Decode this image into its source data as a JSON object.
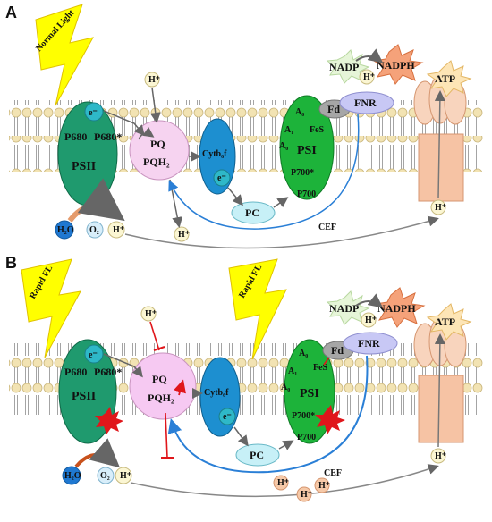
{
  "panel_a": {
    "label": "A",
    "light": "Normal Light"
  },
  "panel_b": {
    "label": "B",
    "light": "Rapid FL"
  },
  "labels": {
    "electron": "e⁻",
    "p680": "P680",
    "p680_star": "P680*",
    "psii": "PSII",
    "h2o": "H₂O",
    "o2": "O₂",
    "h": "H⁺",
    "pq": "PQ",
    "pqh2": "PQH₂",
    "cytb6f": "Cytb₆f",
    "pc": "PC",
    "psi": "PSI",
    "a0": "A₀",
    "a1": "A₁",
    "fes": "FeS",
    "p700_star": "P700*",
    "p700": "P700",
    "fd": "Fd",
    "fnr": "FNR",
    "nadp": "NADP",
    "nadph": "NADPH",
    "atp": "ATP",
    "cef": "CEF"
  },
  "colors": {
    "psii": "#1f9a6e",
    "psi": "#1db33a",
    "cytb6f": "#1d8fd0",
    "pq_pool": "#f6d3f0",
    "lightning": "#ffff00",
    "cef_arrow": "#2a7fd6",
    "inhibition": "#e0161b",
    "atp_synthase": "#f6c3a4"
  }
}
